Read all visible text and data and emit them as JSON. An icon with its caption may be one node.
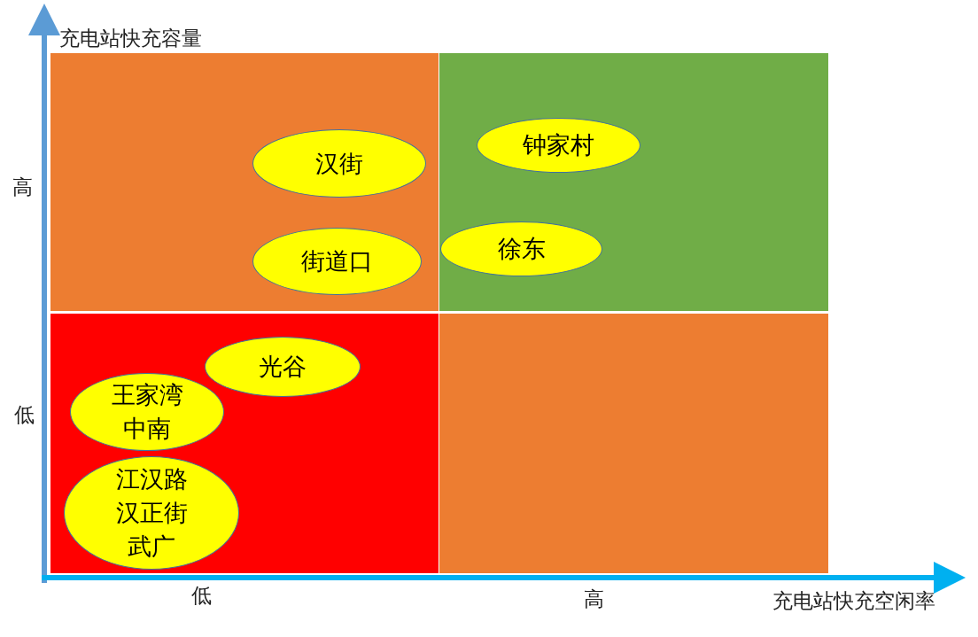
{
  "diagram": {
    "nodes": [
      {
        "text": [],
        "shape": "box"
      },
      {
        "text": [
          "汉街"
        ],
        "in": 0
      },
      {
        "text": [
          "街道口"
        ],
        "in": 0
      },
      {
        "text": [],
        "shape": "box"
      },
      {
        "text": [
          "钟家村"
        ],
        "in": 3
      },
      {
        "text": [
          "徐东"
        ],
        "in": 3
      },
      {
        "text": [],
        "shape": "box"
      },
      {
        "text": [
          "光谷"
        ],
        "in": 6
      },
      {
        "text": [
          "王家湾",
          "中南"
        ],
        "in": 6
      },
      {
        "text": [
          "江汉路",
          "汉正街",
          "武广"
        ],
        "in": 6
      },
      {
        "text": [],
        "shape": "box"
      }
    ],
    "edges": [],
    "labels": [
      "充电站快充容量",
      "高",
      "低",
      "低",
      "高",
      "充电站快充空闲率"
    ]
  }
}
